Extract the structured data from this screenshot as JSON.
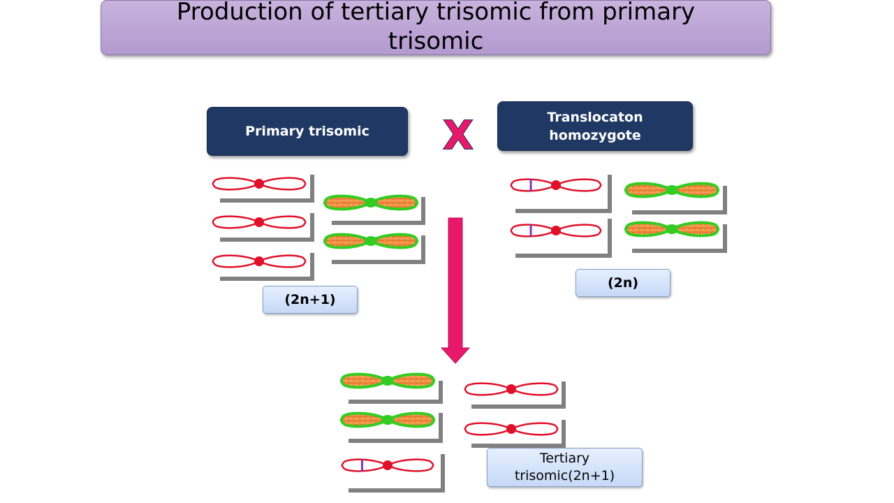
{
  "title": "Production of tertiary trisomic from primary trisomic",
  "parent_left": {
    "label": "Primary trisomic",
    "ploidy": "(2n+1)"
  },
  "parent_right": {
    "label": "Translocaton homozygote",
    "ploidy": "(2n)"
  },
  "cross_symbol": "X",
  "offspring": {
    "label": "Tertiary trisomic(2n+1)"
  },
  "colors": {
    "red_chromosome": "#e0102a",
    "green_chromosome": "#33cc22",
    "orange_fill": "#f08a30",
    "translocation_mark": "#8833aa",
    "bracket": "#808080",
    "arrow": "#e8186a",
    "cross": "#e8186a"
  }
}
